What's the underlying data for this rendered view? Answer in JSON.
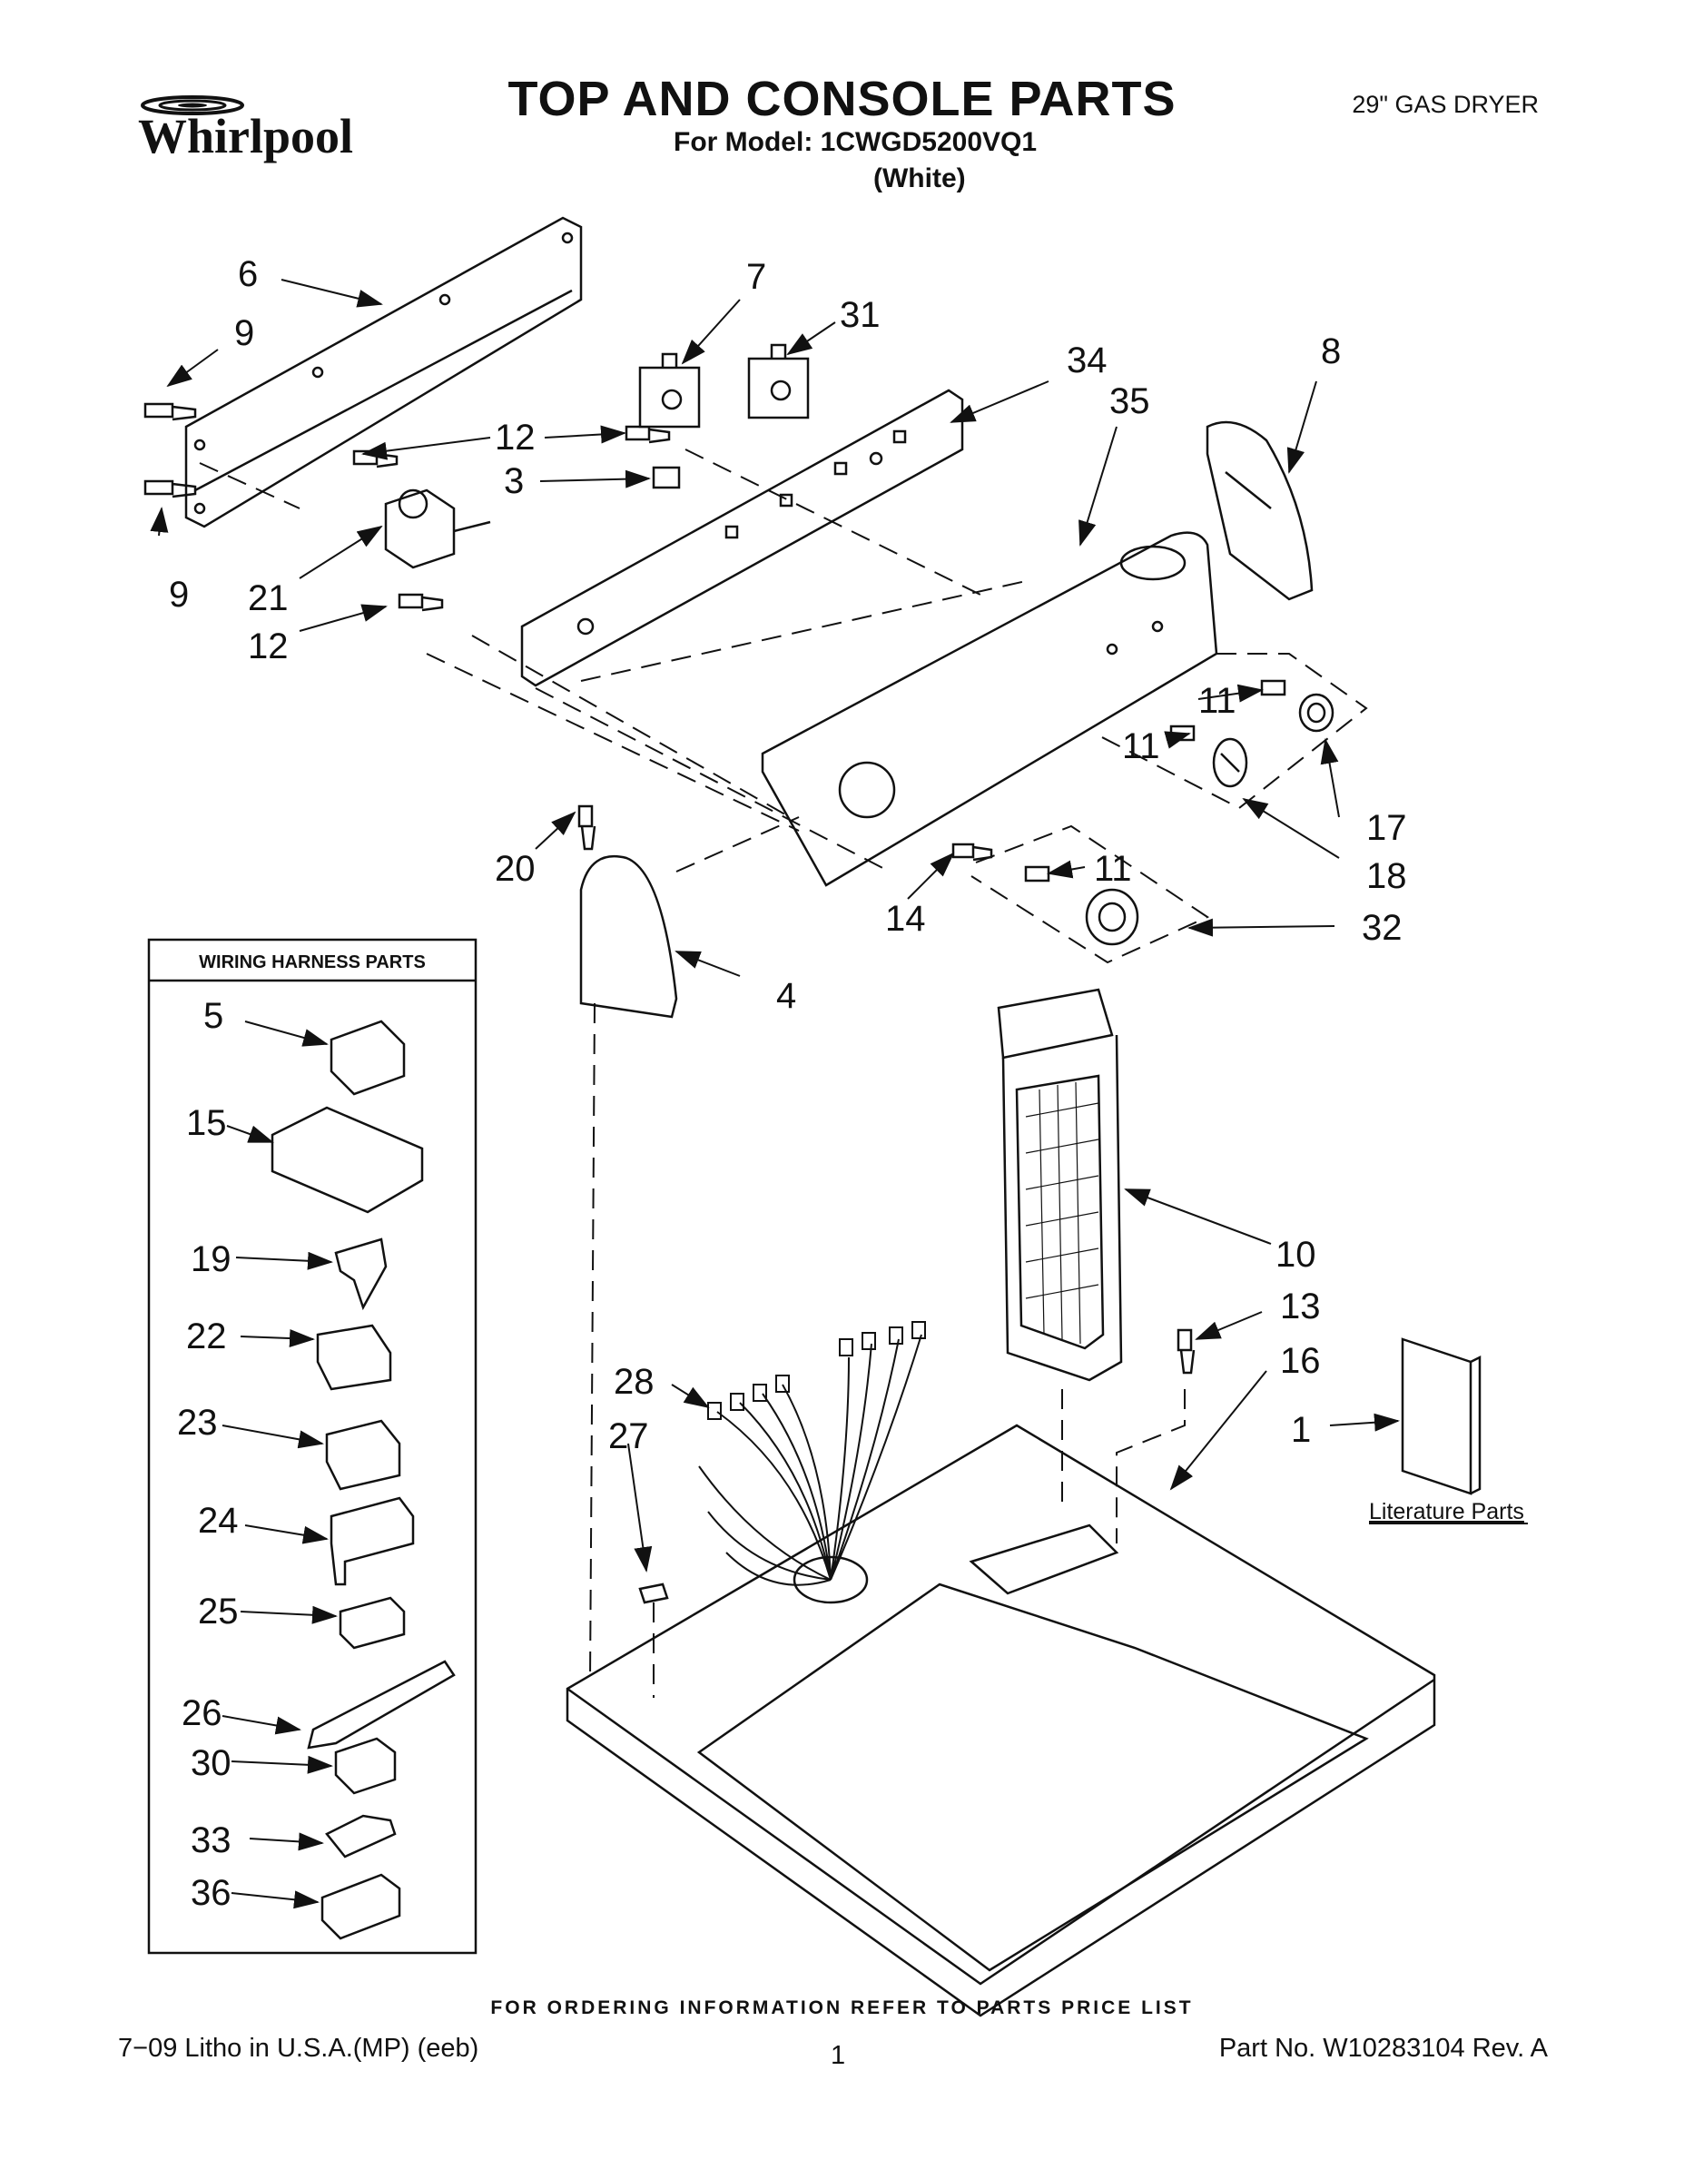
{
  "brand": "Whirlpool",
  "header": {
    "title": "TOP AND CONSOLE PARTS",
    "model_line": "For Model: 1CWGD5200VQ1",
    "color": "(White)",
    "product_type": "29\" GAS DRYER"
  },
  "callouts": {
    "c1": "1",
    "c3": "3",
    "c4": "4",
    "c5": "5",
    "c6": "6",
    "c7": "7",
    "c8": "8",
    "c9": "9",
    "c10": "10",
    "c11": "11",
    "c12": "12",
    "c13": "13",
    "c14": "14",
    "c15": "15",
    "c16": "16",
    "c17": "17",
    "c18": "18",
    "c19": "19",
    "c20": "20",
    "c21": "21",
    "c22": "22",
    "c23": "23",
    "c24": "24",
    "c25": "25",
    "c26": "26",
    "c27": "27",
    "c28": "28",
    "c30": "30",
    "c31": "31",
    "c32": "32",
    "c33": "33",
    "c34": "34",
    "c35": "35",
    "c36": "36"
  },
  "harness_box": {
    "title": "WIRING HARNESS PARTS"
  },
  "literature_label": "Literature Parts",
  "footer": {
    "ordering_note": "FOR ORDERING INFORMATION REFER TO PARTS PRICE LIST",
    "litho": "7−09 Litho in U.S.A.(MP) (eeb)",
    "page": "1",
    "part_no": "Part No. W10283104 Rev. A"
  }
}
